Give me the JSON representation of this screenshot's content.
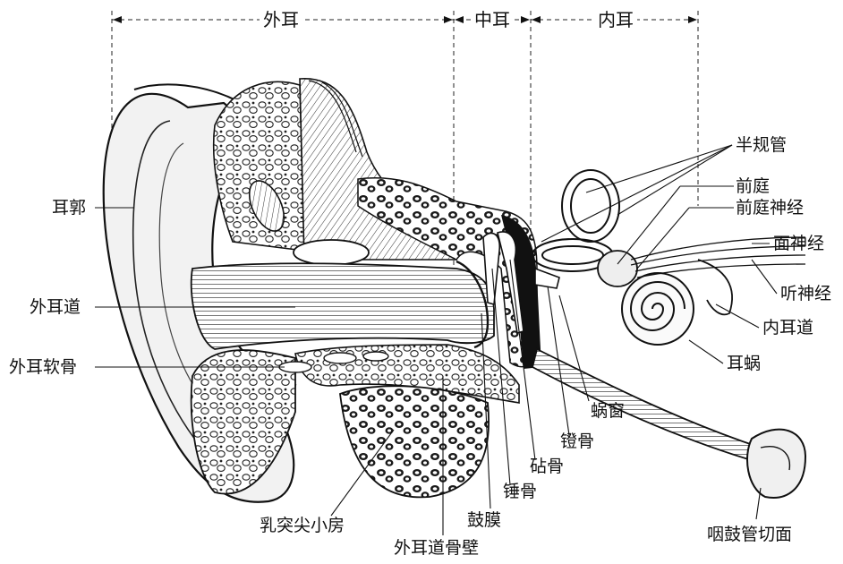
{
  "sections": {
    "outer": "外耳",
    "middle": "中耳",
    "inner": "内耳"
  },
  "labels": {
    "auricle": "耳郭",
    "ear_canal": "外耳道",
    "ear_cartilage": "外耳软骨",
    "semicircular": "半规管",
    "vestibule": "前庭",
    "vestibular_nerve": "前庭神经",
    "facial_nerve": "面神经",
    "auditory_nerve": "听神经",
    "internal_canal": "内耳道",
    "cochlea": "耳蜗",
    "round_window": "蜗窗",
    "stapes": "镫骨",
    "incus": "砧骨",
    "malleus": "锤骨",
    "eardrum": "鼓膜",
    "mastoid": "乳突尖小房",
    "canal_wall": "外耳道骨壁",
    "eustachian": "咽鼓管切面"
  }
}
